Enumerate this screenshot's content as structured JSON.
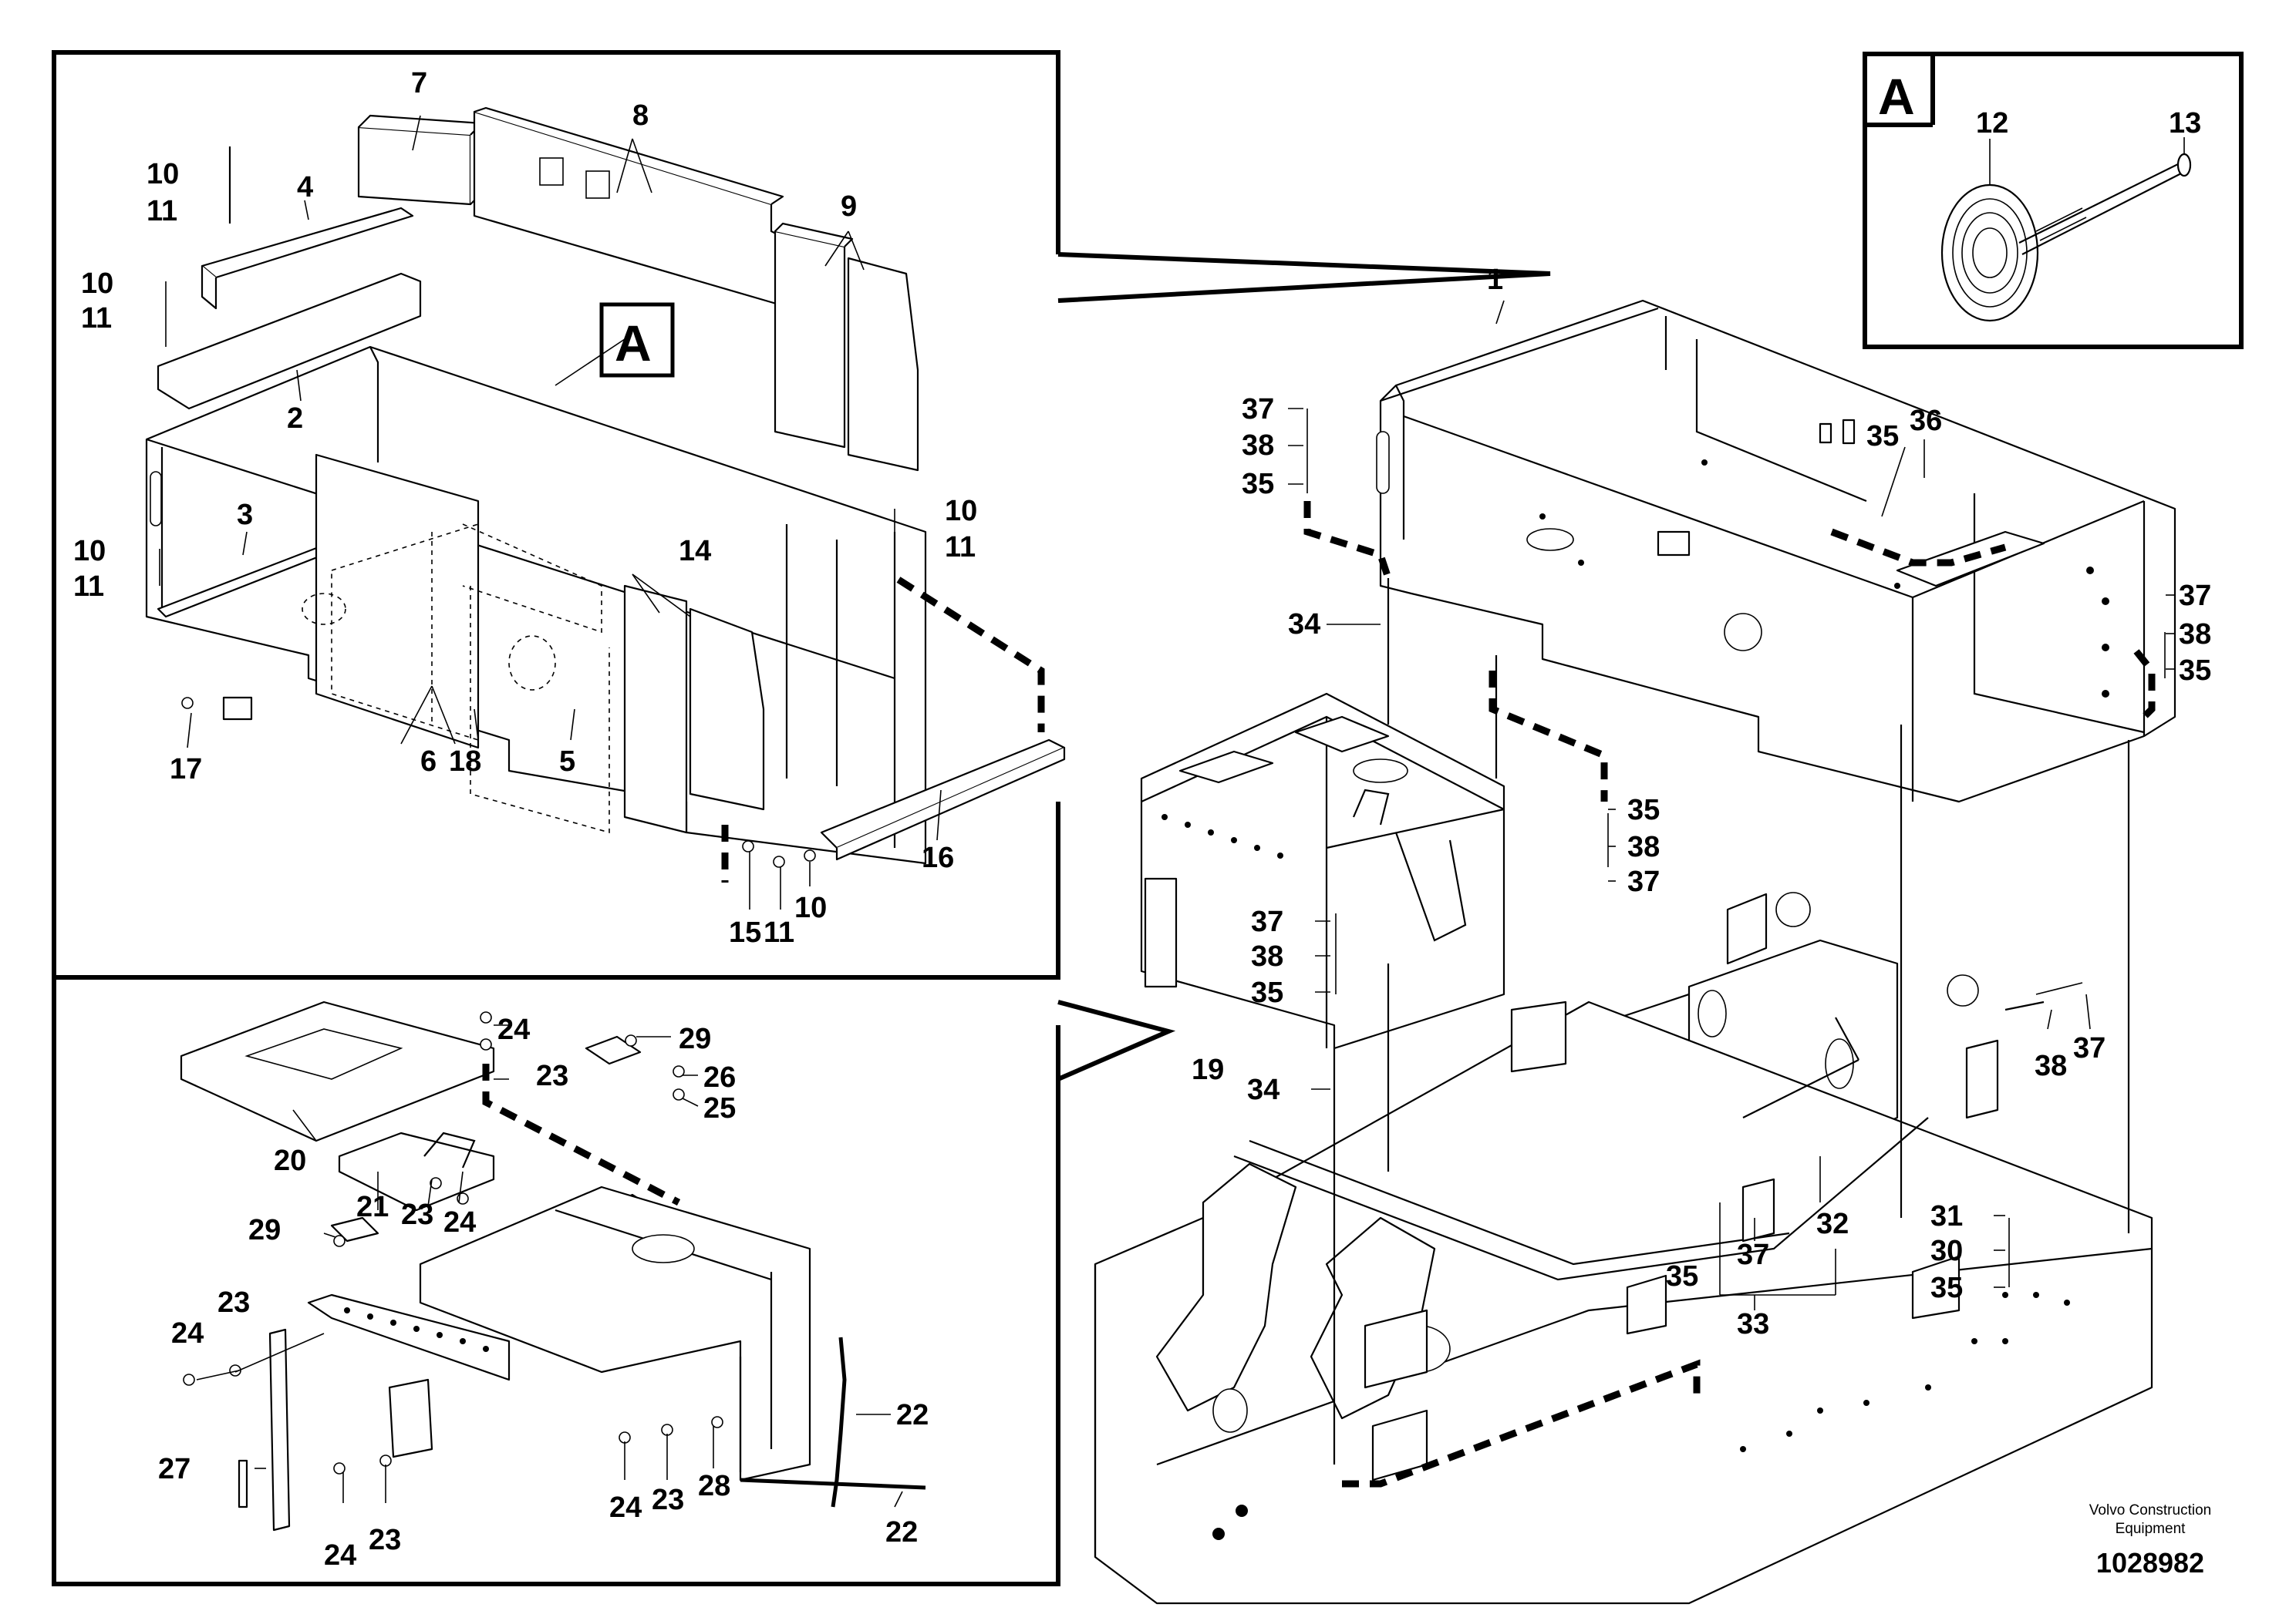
{
  "detail": {
    "box_letter": "A",
    "callouts": [
      "12",
      "13"
    ]
  },
  "upper_left_view": {
    "callouts": [
      "7",
      "8",
      "9",
      "10",
      "11",
      "4",
      "10",
      "11",
      "2",
      "A",
      "10",
      "11",
      "3",
      "10",
      "11",
      "14",
      "6",
      "18",
      "5",
      "17",
      "16",
      "15",
      "11",
      "10"
    ]
  },
  "lower_left_view": {
    "callouts": [
      "20",
      "21",
      "23",
      "24",
      "24",
      "23",
      "29",
      "26",
      "25",
      "29",
      "24",
      "23",
      "27",
      "24",
      "23",
      "24",
      "23",
      "28",
      "22",
      "22"
    ]
  },
  "right_view": {
    "callouts": [
      "1",
      "37",
      "38",
      "35",
      "36",
      "35",
      "34",
      "37",
      "38",
      "35",
      "35",
      "38",
      "37",
      "37",
      "38",
      "35",
      "19",
      "34",
      "35",
      "37",
      "32",
      "33",
      "31",
      "30",
      "35",
      "38",
      "37"
    ]
  },
  "footer": {
    "company_line1": "Volvo Construction",
    "company_line2": "Equipment",
    "drawing_number": "1028982"
  }
}
